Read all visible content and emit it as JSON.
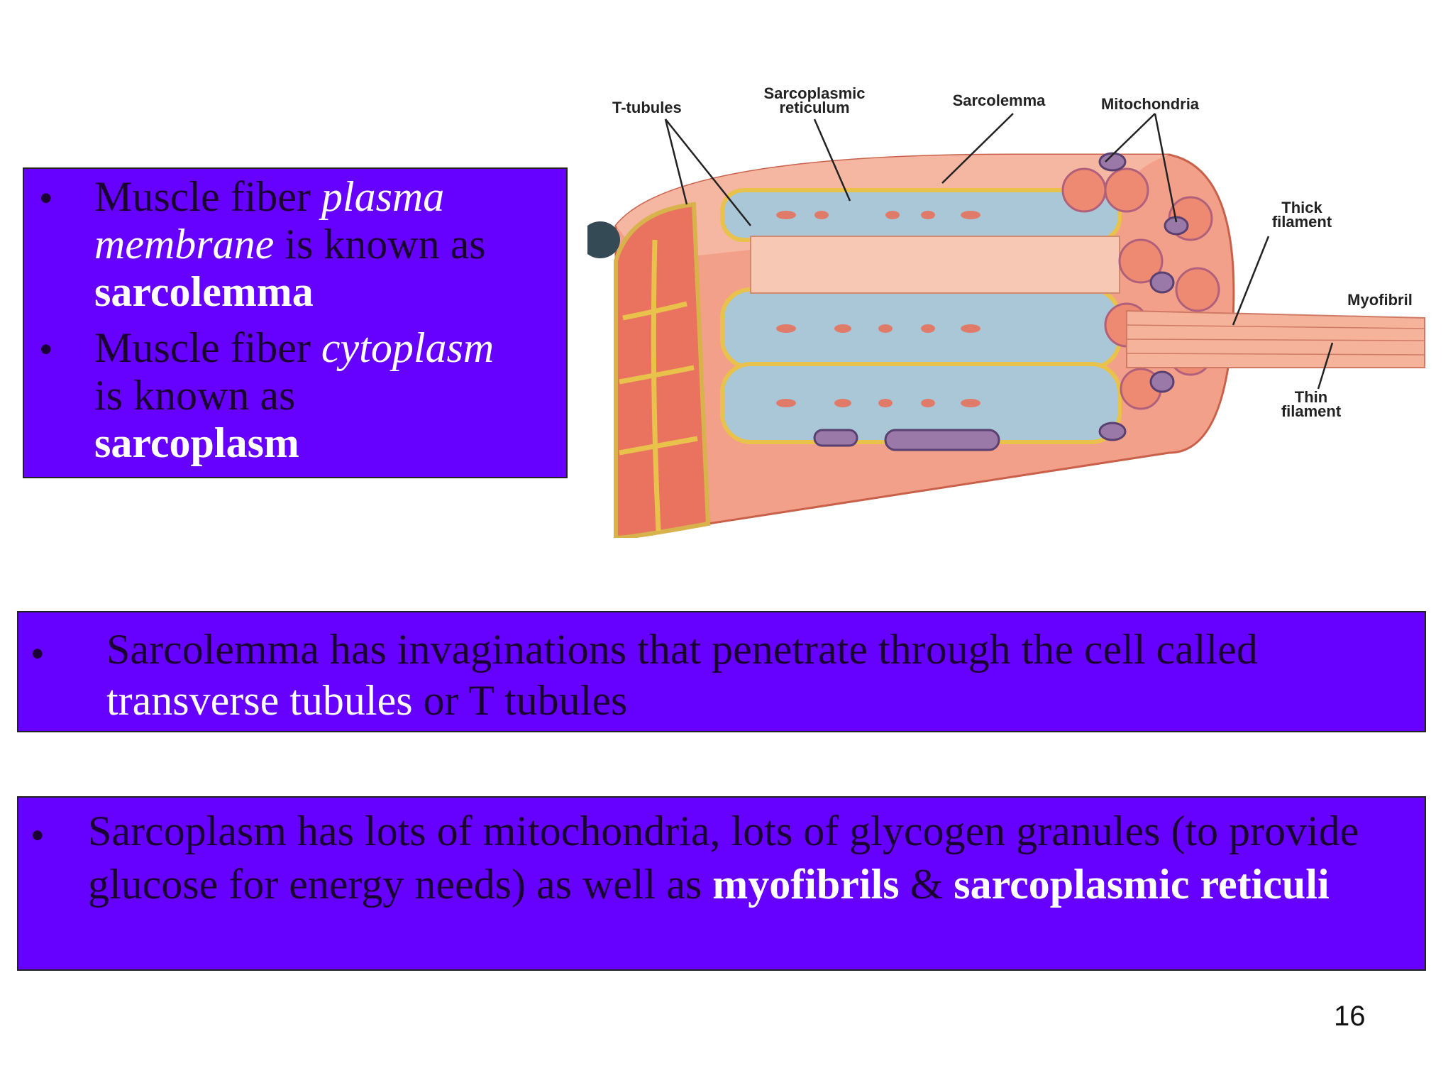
{
  "box1": {
    "bullet": "•",
    "item1": {
      "prefix": "Muscle fiber ",
      "italic1": "plasma",
      "italic2": "membrane",
      "middle": " is known as",
      "term": "sarcolemma"
    },
    "item2": {
      "prefix": "Muscle fiber ",
      "italic": "cytoplasm",
      "middle": "is known as",
      "term": "sarcoplasm"
    }
  },
  "box2": {
    "bullet": "•",
    "prefix": "Sarcolemma has invaginations that penetrate through the cell called ",
    "highlight": "transverse tubules",
    "suffix": " or T tubules"
  },
  "box3": {
    "bullet": "•",
    "prefix": "Sarcoplasm has lots of mitochondria, lots of glycogen granules (to provide glucose for energy needs) as well as ",
    "term1": "myofibrils",
    "amp": " & ",
    "term2": "sarcoplasmic reticuli"
  },
  "diagram": {
    "labels": {
      "t_tubules": "T-tubules",
      "sr_line1": "Sarcoplasmic",
      "sr_line2": "reticulum",
      "sarcolemma": "Sarcolemma",
      "mitochondria": "Mitochondria",
      "thick_line1": "Thick",
      "thick_line2": "filament",
      "myofibril": "Myofibril",
      "thin_line1": "Thin",
      "thin_line2": "filament"
    }
  },
  "page_number": "16",
  "colors": {
    "box_fill": "#6600ff",
    "box_text": "#1a0033",
    "highlight_text": "#ffffff"
  }
}
